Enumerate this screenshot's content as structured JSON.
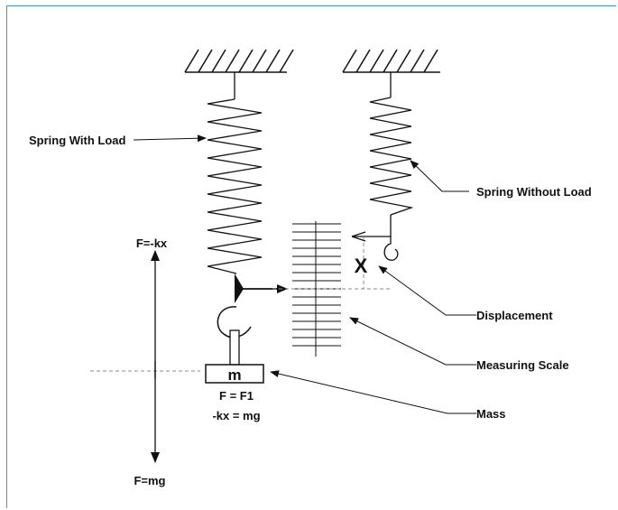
{
  "colors": {
    "frame_border": "#4a90c8",
    "ink": "#111111",
    "dashed": "#888888"
  },
  "labels": {
    "spring_with_load": "Spring With Load",
    "spring_without_load": "Spring Without Load",
    "displacement": "Displacement",
    "measuring_scale": "Measuring Scale",
    "mass": "Mass",
    "force_up": "F=-kx",
    "force_down": "F=mg",
    "mass_symbol": "m",
    "displacement_symbol": "X",
    "equation_1": "F = F1",
    "equation_2": "-kx = mg"
  }
}
